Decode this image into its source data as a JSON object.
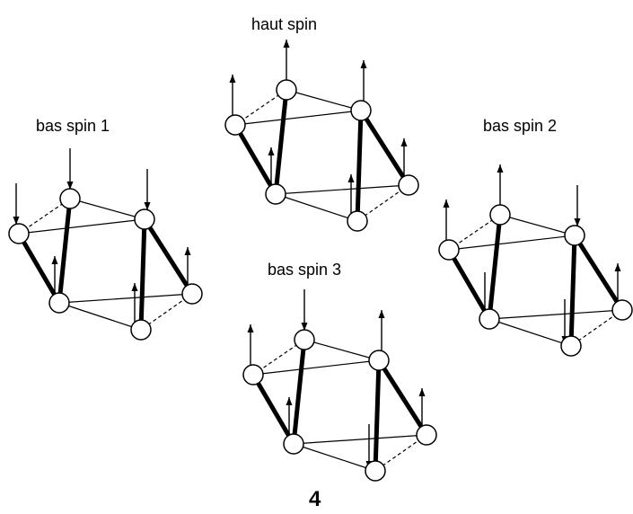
{
  "labels": {
    "haut": "haut spin",
    "bas1": "bas spin 1",
    "bas2": "bas spin 2",
    "bas3": "bas spin 3",
    "compound": "4"
  },
  "diagrams": [
    {
      "key": "bas1",
      "spins": [
        "down",
        "down",
        "down",
        "up",
        "up",
        "up"
      ]
    },
    {
      "key": "haut",
      "spins": [
        "up",
        "up",
        "up",
        "up",
        "up",
        "up"
      ]
    },
    {
      "key": "bas2",
      "spins": [
        "up",
        "up",
        "down",
        "up",
        "down",
        "down"
      ]
    },
    {
      "key": "bas3",
      "spins": [
        "up",
        "down",
        "up",
        "up",
        "down",
        "up"
      ]
    }
  ],
  "colors": {
    "ink": "#000000",
    "node_fill": "#ffffff"
  }
}
